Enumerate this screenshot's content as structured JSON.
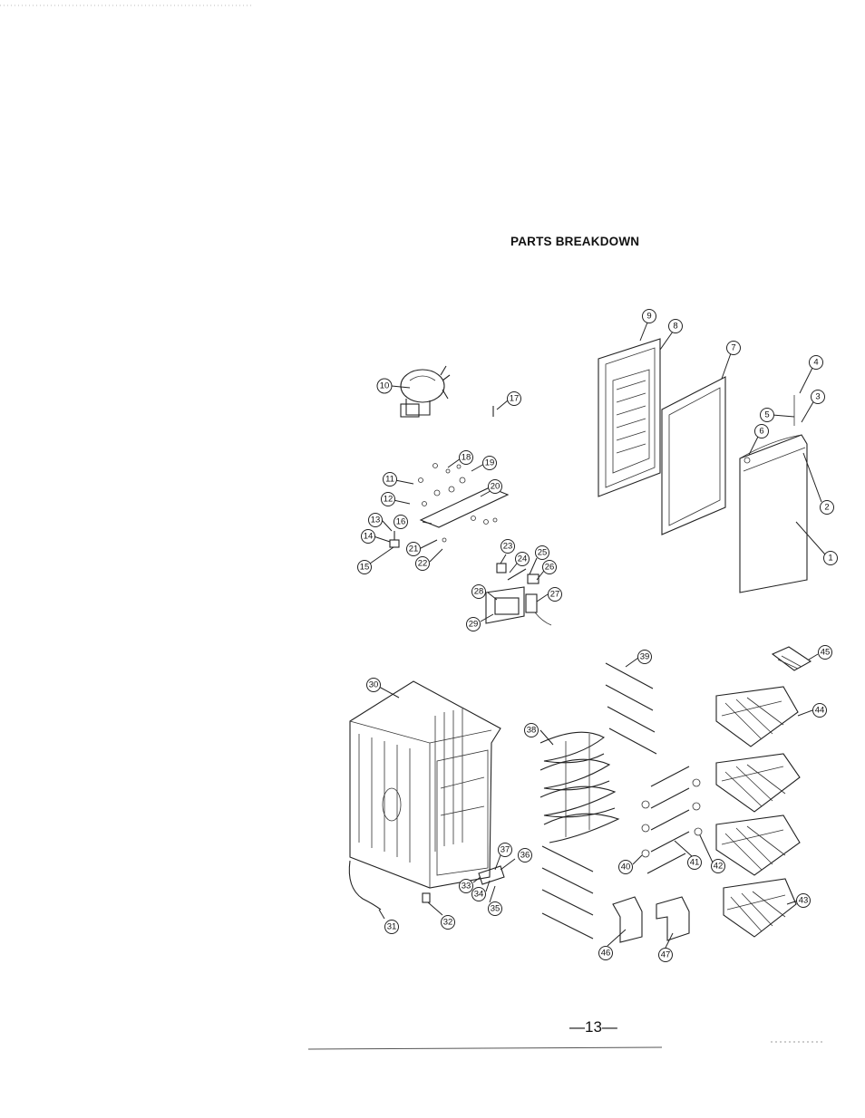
{
  "document": {
    "title": "PARTS BREAKDOWN",
    "page_number": "—13—"
  },
  "callouts": [
    "1",
    "2",
    "3",
    "4",
    "5",
    "6",
    "7",
    "8",
    "9",
    "10",
    "11",
    "12",
    "13",
    "14",
    "15",
    "16",
    "17",
    "18",
    "19",
    "20",
    "21",
    "22",
    "23",
    "24",
    "25",
    "26",
    "27",
    "28",
    "29",
    "30",
    "31",
    "32",
    "33",
    "34",
    "35",
    "36",
    "37",
    "38",
    "39",
    "40",
    "41",
    "42",
    "43",
    "44",
    "45",
    "46",
    "47"
  ]
}
